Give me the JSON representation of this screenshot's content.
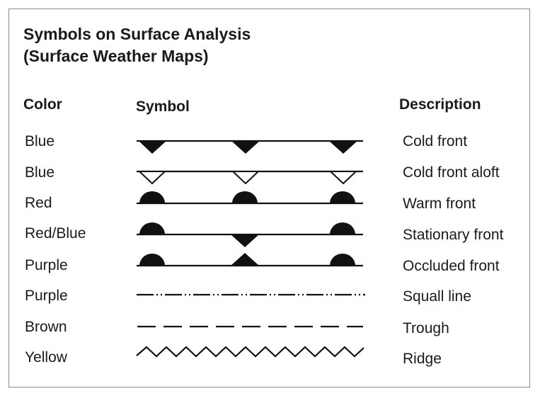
{
  "title": {
    "line1": "Symbols on Surface Analysis",
    "line2": "(Surface Weather Maps)"
  },
  "headers": {
    "color": "Color",
    "symbol": "Symbol",
    "description": "Description"
  },
  "rows": [
    {
      "color": "Blue",
      "symbol": "cold-front",
      "description": "Cold front"
    },
    {
      "color": "Blue",
      "symbol": "cold-front-aloft",
      "description": "Cold front aloft"
    },
    {
      "color": "Red",
      "symbol": "warm-front",
      "description": "Warm front"
    },
    {
      "color": "Red/Blue",
      "symbol": "stationary-front",
      "description": "Stationary front"
    },
    {
      "color": "Purple",
      "symbol": "occluded-front",
      "description": "Occluded front"
    },
    {
      "color": "Purple",
      "symbol": "squall-line",
      "description": "Squall line"
    },
    {
      "color": "Brown",
      "symbol": "trough",
      "description": "Trough"
    },
    {
      "color": "Yellow",
      "symbol": "ridge",
      "description": "Ridge"
    }
  ]
}
